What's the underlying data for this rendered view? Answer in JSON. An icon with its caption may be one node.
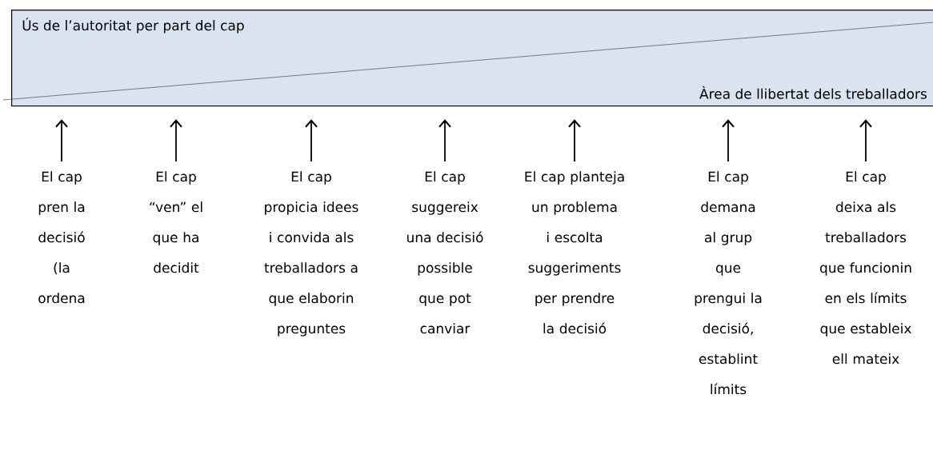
{
  "diagram": {
    "nodes": [
      {
        "text": [
          "Ús de l’autoritat per part del cap",
          "Àrea de llibertat dels treballadors"
        ]
      },
      {
        "text": [
          "El cap pren la decisió (la ordena"
        ]
      },
      {
        "text": [
          "El cap “ven” el que ha decidit"
        ]
      },
      {
        "text": [
          "El cap propicia idees i convida als treballadors a que elaborin preguntes"
        ]
      },
      {
        "text": [
          "El cap suggereix una decisió possible que pot canviar"
        ]
      },
      {
        "text": [
          "El cap planteja un problema i escolta suggeriments per prendre la decisió"
        ]
      },
      {
        "text": [
          "El cap demana al grup que prengui la decisió, establint límits"
        ]
      },
      {
        "text": [
          "El cap deixa als treballadors que funcionin en els límits que estableix ell mateix"
        ]
      }
    ],
    "edges": [
      {
        "from": 1,
        "to": 0,
        "arrow": "to"
      },
      {
        "from": 2,
        "to": 0,
        "arrow": "to"
      },
      {
        "from": 3,
        "to": 0,
        "arrow": "to"
      },
      {
        "from": 4,
        "to": 0,
        "arrow": "to"
      },
      {
        "from": 5,
        "to": 0,
        "arrow": "to"
      },
      {
        "from": 6,
        "to": 0,
        "arrow": "to"
      },
      {
        "from": 7,
        "to": 0,
        "arrow": "to"
      }
    ]
  }
}
